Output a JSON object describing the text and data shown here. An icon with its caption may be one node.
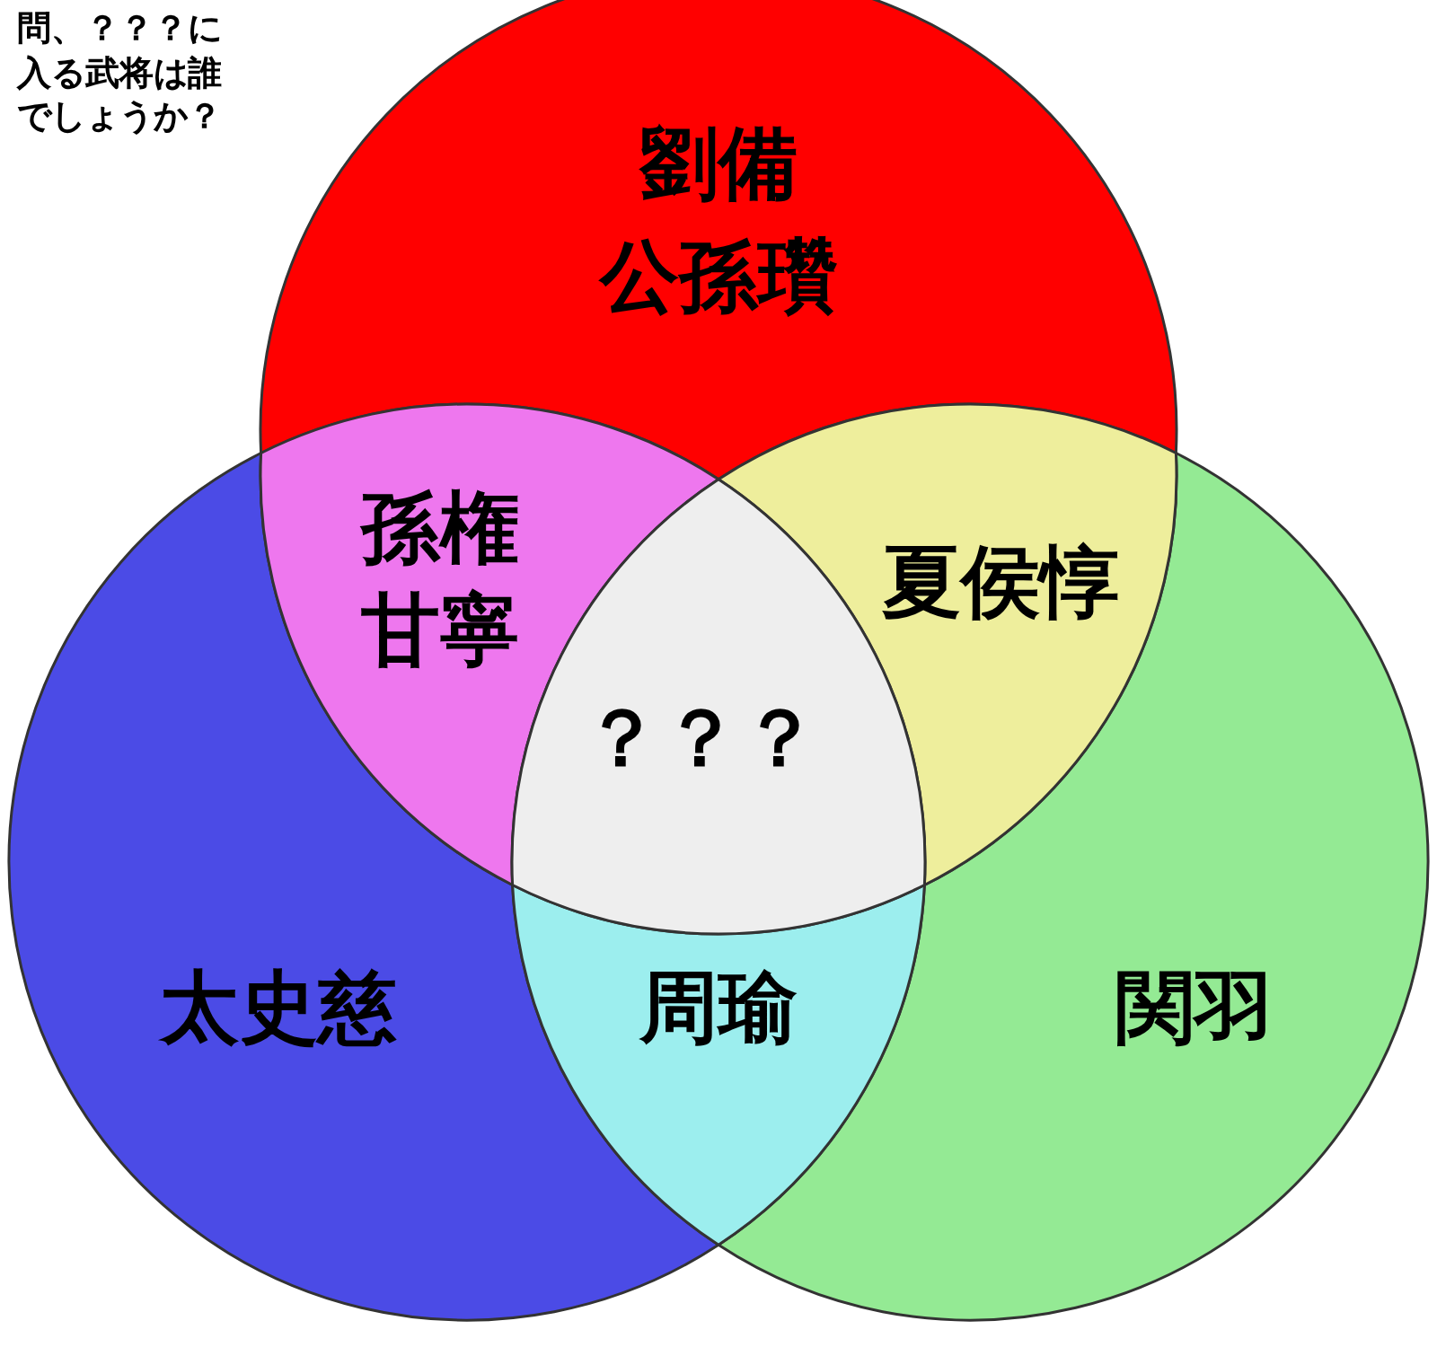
{
  "diagram": {
    "nodes": [
      {
        "text": [
          "劉備",
          "公孫瓚"
        ]
      },
      {
        "text": [
          "太史慈"
        ]
      },
      {
        "text": [
          "関羽"
        ]
      },
      {
        "text": [
          "孫権",
          "甘寧"
        ]
      },
      {
        "text": [
          "夏侯惇"
        ]
      },
      {
        "text": [
          "周瑜"
        ]
      },
      {
        "text": [
          "？？？"
        ]
      }
    ],
    "labels": [
      "問、？？？に入る武将は誰でしょうか？"
    ]
  }
}
